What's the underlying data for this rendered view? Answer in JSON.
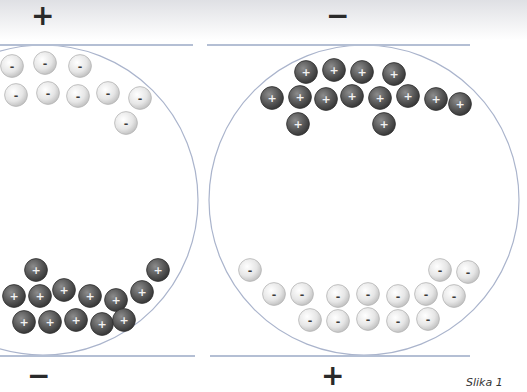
{
  "diagram": {
    "caption": "Slika 1",
    "nodes": [
      {
        "text": [
          "-"
        ]
      },
      {
        "text": [
          "-"
        ]
      },
      {
        "text": [
          "-"
        ]
      },
      {
        "text": [
          "-"
        ]
      },
      {
        "text": [
          "-"
        ]
      },
      {
        "text": [
          "-"
        ]
      },
      {
        "text": [
          "-"
        ]
      },
      {
        "text": [
          "-"
        ]
      },
      {
        "text": [
          "-"
        ]
      },
      {
        "text": [
          "+"
        ]
      },
      {
        "text": [
          "+"
        ]
      },
      {
        "text": [
          "+"
        ]
      },
      {
        "text": [
          "+"
        ]
      },
      {
        "text": [
          "+"
        ]
      },
      {
        "text": [
          "+"
        ]
      },
      {
        "text": [
          "+"
        ]
      },
      {
        "text": [
          "+"
        ]
      },
      {
        "text": [
          "+"
        ]
      },
      {
        "text": [
          "+"
        ]
      },
      {
        "text": [
          "+"
        ]
      },
      {
        "text": [
          "+"
        ]
      },
      {
        "text": [
          "+"
        ]
      },
      {
        "text": [
          "+"
        ]
      },
      {
        "text": [
          "+"
        ]
      },
      {
        "text": [
          "+"
        ]
      },
      {
        "text": [
          "+"
        ]
      },
      {
        "text": [
          "+"
        ]
      },
      {
        "text": [
          "+"
        ]
      },
      {
        "text": [
          "+"
        ]
      },
      {
        "text": [
          "+"
        ]
      },
      {
        "text": [
          "+"
        ]
      },
      {
        "text": [
          "+"
        ]
      },
      {
        "text": [
          "+"
        ]
      },
      {
        "text": [
          "+"
        ]
      },
      {
        "text": [
          "+"
        ]
      },
      {
        "text": [
          "+"
        ]
      },
      {
        "text": [
          "-"
        ]
      },
      {
        "text": [
          "-"
        ]
      },
      {
        "text": [
          "-"
        ]
      },
      {
        "text": [
          "-"
        ]
      },
      {
        "text": [
          "-"
        ]
      },
      {
        "text": [
          "-"
        ]
      },
      {
        "text": [
          "-"
        ]
      },
      {
        "text": [
          "-"
        ]
      },
      {
        "text": [
          "-"
        ]
      },
      {
        "text": [
          "-"
        ]
      },
      {
        "text": [
          "-"
        ]
      },
      {
        "text": [
          "-"
        ]
      },
      {
        "text": [
          "-"
        ]
      },
      {
        "text": [
          "-"
        ]
      },
      {
        "text": [
          "-"
        ]
      }
    ],
    "labels": [
      "+",
      "−",
      "−",
      "+"
    ]
  }
}
